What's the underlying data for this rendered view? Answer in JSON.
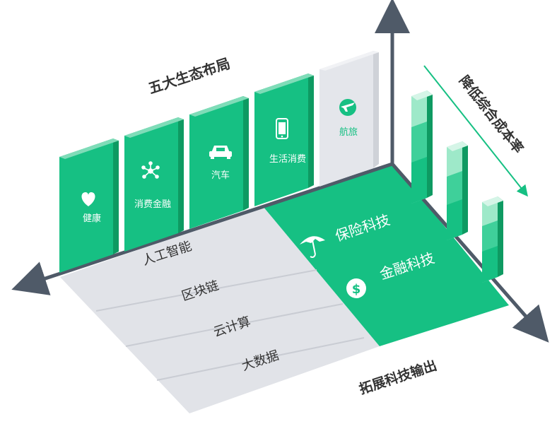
{
  "title_ecosystem": "五大生态布局",
  "title_cost": "降低综合成本率",
  "title_output": "拓展科技输出",
  "pillars": [
    {
      "label": "健康",
      "icon": "heart-icon",
      "highlight": true
    },
    {
      "label": "消费金融",
      "icon": "network-icon",
      "highlight": true
    },
    {
      "label": "汽车",
      "icon": "car-icon",
      "highlight": true
    },
    {
      "label": "生活消费",
      "icon": "phone-icon",
      "highlight": true
    },
    {
      "label": "航旅",
      "icon": "plane-globe-icon",
      "highlight": false
    }
  ],
  "base_rows": [
    "人工智能",
    "区块链",
    "云计算",
    "大数据"
  ],
  "fintech": [
    {
      "label": "保险科技",
      "icon": "umbrella-icon"
    },
    {
      "label": "金融科技",
      "icon": "dollar-icon"
    }
  ],
  "colors": {
    "green": "#16c083",
    "green_dark": "#0e9a62",
    "gray_panel": "#e1e3e8",
    "axis": "#4f5a68",
    "text": "#333333"
  }
}
